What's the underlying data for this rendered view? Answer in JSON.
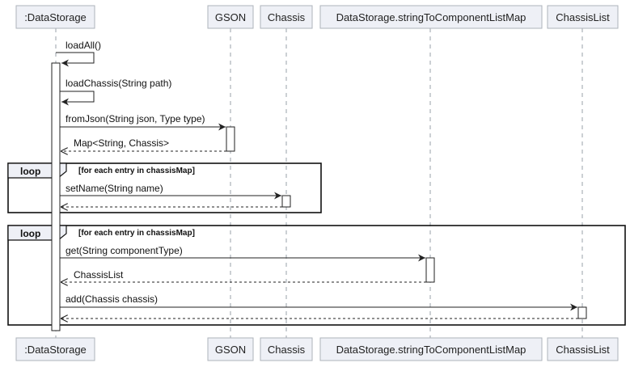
{
  "participants": [
    {
      "id": "datastorage",
      "label": ":DataStorage"
    },
    {
      "id": "gson",
      "label": "GSON"
    },
    {
      "id": "chassis",
      "label": "Chassis"
    },
    {
      "id": "map",
      "label": "DataStorage.stringToComponentListMap"
    },
    {
      "id": "chassislist",
      "label": "ChassisList"
    }
  ],
  "messages": [
    {
      "id": "loadall",
      "label": "loadAll()",
      "from": "datastorage",
      "to": "datastorage",
      "kind": "self"
    },
    {
      "id": "loadchassis",
      "label": "loadChassis(String path)",
      "from": "datastorage",
      "to": "datastorage",
      "kind": "self"
    },
    {
      "id": "fromjson",
      "label": "fromJson(String json, Type type)",
      "from": "datastorage",
      "to": "gson",
      "kind": "call"
    },
    {
      "id": "fromjson-return",
      "label": "Map<String, Chassis>",
      "from": "gson",
      "to": "datastorage",
      "kind": "return"
    },
    {
      "id": "setname",
      "label": "setName(String name)",
      "from": "datastorage",
      "to": "chassis",
      "kind": "call"
    },
    {
      "id": "setname-return",
      "label": "",
      "from": "chassis",
      "to": "datastorage",
      "kind": "return"
    },
    {
      "id": "get",
      "label": "get(String componentType)",
      "from": "datastorage",
      "to": "map",
      "kind": "call"
    },
    {
      "id": "get-return",
      "label": "ChassisList",
      "from": "map",
      "to": "datastorage",
      "kind": "return"
    },
    {
      "id": "add",
      "label": "add(Chassis chassis)",
      "from": "datastorage",
      "to": "chassislist",
      "kind": "call"
    },
    {
      "id": "add-return",
      "label": "",
      "from": "chassislist",
      "to": "datastorage",
      "kind": "return"
    }
  ],
  "fragments": [
    {
      "id": "loop-setname",
      "operator": "loop",
      "guard": "[for each entry in chassisMap]"
    },
    {
      "id": "loop-add",
      "operator": "loop",
      "guard": "[for each entry in chassisMap]"
    }
  ]
}
